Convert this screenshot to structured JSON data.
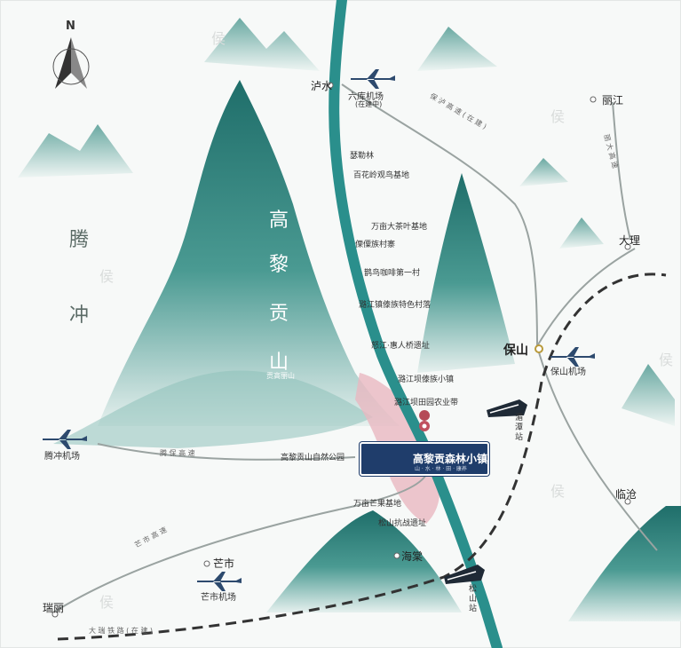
{
  "compass": {
    "north": "N"
  },
  "watermark": "侯",
  "regions": {
    "tengchong": [
      "腾",
      "冲"
    ]
  },
  "mountain": {
    "chars": [
      "高",
      "黎",
      "贡",
      "山"
    ],
    "route_label": "贡高丽山"
  },
  "cities": {
    "lushui": "泸水",
    "lijiang": "丽江",
    "dali": "大理",
    "baoshan": "保山",
    "lincang": "临沧",
    "mangshi": "芒市",
    "ruili": "瑞丽",
    "haitang": "海棠"
  },
  "airports": {
    "liuku": {
      "name": "六库机场",
      "note": "(在建中)"
    },
    "baoshan": "保山机场",
    "tengchong": "腾冲机场",
    "mangshi": "芒市机场"
  },
  "stations": {
    "luoshui": [
      "湄",
      "潭",
      "站"
    ],
    "songshan": [
      "松",
      "山",
      "站"
    ]
  },
  "pois": [
    "瑟勒林",
    "百花岭观鸟基地",
    "万亩大茶叶基地",
    "傈僳族村寨",
    "鹊鸟咖啡第一村",
    "潞江镇傣族特色村落",
    "怒江·惠人桥遗址",
    "潞江坝傣族小镇",
    "潞江坝田园农业带",
    "高黎贡山自然公园",
    "万亩芒果基地",
    "松山抗战遗址"
  ],
  "badge": {
    "title": "高黎贡森林小镇",
    "sub": "山 · 水 · 林 · 田 · 康养"
  },
  "routes": {
    "baoshan_lijiang": "保 泸 高 速 ( 在 建 )",
    "lijiang_dali": "丽 大 高 速",
    "mangshi_route": "芒 市 高 速",
    "tengchong_route": "腾 保 高 速",
    "dali_ruili_rail": "大 瑞 铁 路 ( 在 建 )"
  }
}
